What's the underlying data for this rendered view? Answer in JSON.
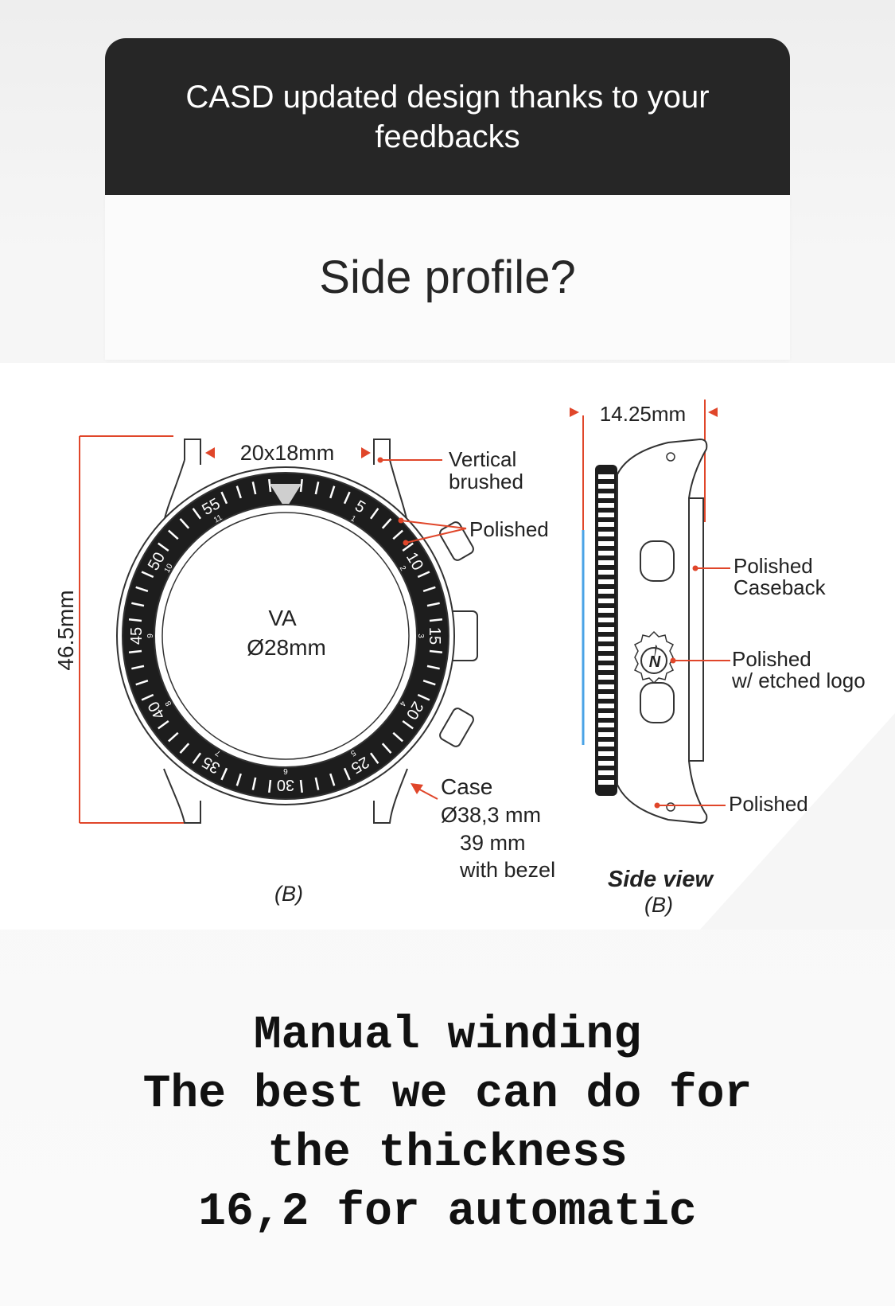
{
  "question_sticker": {
    "header": "CASD updated design thanks to your feedbacks",
    "question": "Side profile?"
  },
  "diagram": {
    "height_dim": "46.5mm",
    "lug_dim": "20x18mm",
    "thickness_dim": "14.25mm",
    "dial_label": "VA",
    "dial_diameter": "Ø28mm",
    "labels": {
      "vertical_brushed_1": "Vertical",
      "vertical_brushed_2": "brushed",
      "polished_top": "Polished",
      "case_1": "Case",
      "case_2": "Ø38,3 mm",
      "case_3": "39 mm",
      "case_4": "with bezel",
      "polished_caseback_1": "Polished",
      "polished_caseback_2": "Caseback",
      "polished_logo_1": "Polished",
      "polished_logo_2": "w/ etched logo",
      "polished_bottom": "Polished",
      "front_caption": "(B)",
      "side_caption_1": "Side view",
      "side_caption_2": "(B)"
    },
    "bezel_numbers": [
      "55",
      "5",
      "10",
      "15",
      "20",
      "25",
      "30",
      "35",
      "40",
      "45",
      "50"
    ],
    "bezel_small": [
      "11",
      "1",
      "2",
      "3",
      "4",
      "5",
      "6",
      "7",
      "8",
      "9",
      "10"
    ],
    "logo_letter": "N",
    "accent_color": "#e0462a"
  },
  "caption": {
    "lines": [
      "Manual winding",
      "The best we can do for",
      "the thickness",
      "16,2 for automatic"
    ]
  }
}
